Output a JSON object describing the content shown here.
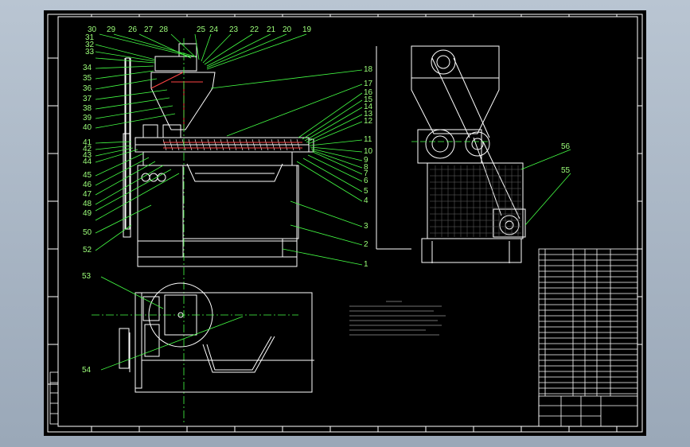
{
  "colors": {
    "background_ui": "#a8b5c3",
    "sheet": "#000000",
    "linework": "#ffffff",
    "leaders": "#44ff44",
    "labels": "#9dff7a",
    "hidden": "#ff4444"
  },
  "side_view": {
    "labels_top": [
      "30",
      "29",
      "26",
      "27",
      "28",
      "25",
      "24",
      "23",
      "22",
      "21",
      "20",
      "19"
    ],
    "labels_left": [
      "31",
      "32",
      "33",
      "34",
      "35",
      "36",
      "37",
      "38",
      "39",
      "40",
      "41",
      "42",
      "43",
      "44",
      "45",
      "46",
      "47",
      "48",
      "49",
      "50",
      "52"
    ],
    "labels_right": [
      "18",
      "17",
      "16",
      "15",
      "14",
      "13",
      "12",
      "11",
      "10",
      "9",
      "8",
      "7",
      "6",
      "5",
      "4",
      "3",
      "2",
      "1"
    ]
  },
  "end_view": {
    "labels": [
      "56",
      "55"
    ]
  },
  "plan_view": {
    "labels": [
      "53",
      "54"
    ]
  }
}
